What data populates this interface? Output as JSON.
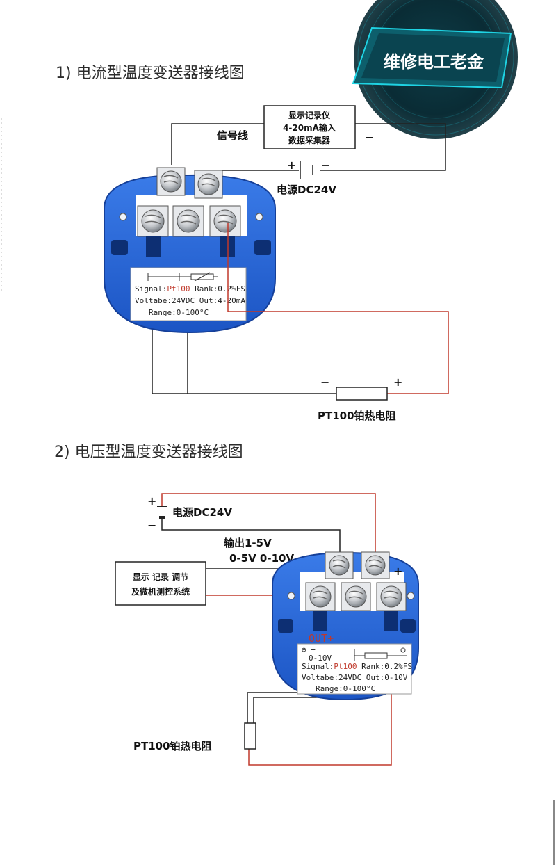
{
  "badge": {
    "text": "维修电工老金"
  },
  "section1": {
    "heading": "1) 电流型温度变送器接线图",
    "recorder": {
      "line1": "显示记录仪",
      "line2": "4-20mA输入",
      "line3": "数据采集器"
    },
    "signal_wire": "信号线",
    "recorder_minus": "−",
    "psu_plus": "+",
    "psu_minus": "−",
    "psu_label": "电源DC24V",
    "plate": {
      "line1_a": "Signal:",
      "line1_b": "Pt100",
      "line1_c": " Rank:0.2%FS",
      "line2": "Voltabe:24VDC Out:4-20mA",
      "line3": "Range:0-100°C"
    },
    "rtd_minus": "−",
    "rtd_plus": "+",
    "rtd_label": "PT100铂热电阻"
  },
  "section2": {
    "heading": "2) 电压型温度变送器接线图",
    "psu_plus": "+",
    "psu_minus": "−",
    "psu_label": "电源DC24V",
    "output_line1": "输出1-5V",
    "output_line2": "0-5V  0-10V",
    "display": {
      "line1": "显示  记录  调节",
      "line2": "及微机测控系统"
    },
    "head_plus": "+",
    "out_label": "OUT+",
    "plate": {
      "tl_line1": "⊕ +",
      "tl_line2": "0-10V",
      "line1_a": "Signal:",
      "line1_b": "Pt100",
      "line1_c": " Rank:0.2%FS",
      "line2": "Voltabe:24VDC Out:0-10V",
      "line3": "Range:0-100°C"
    },
    "rtd_label": "PT100铂热电阻"
  }
}
